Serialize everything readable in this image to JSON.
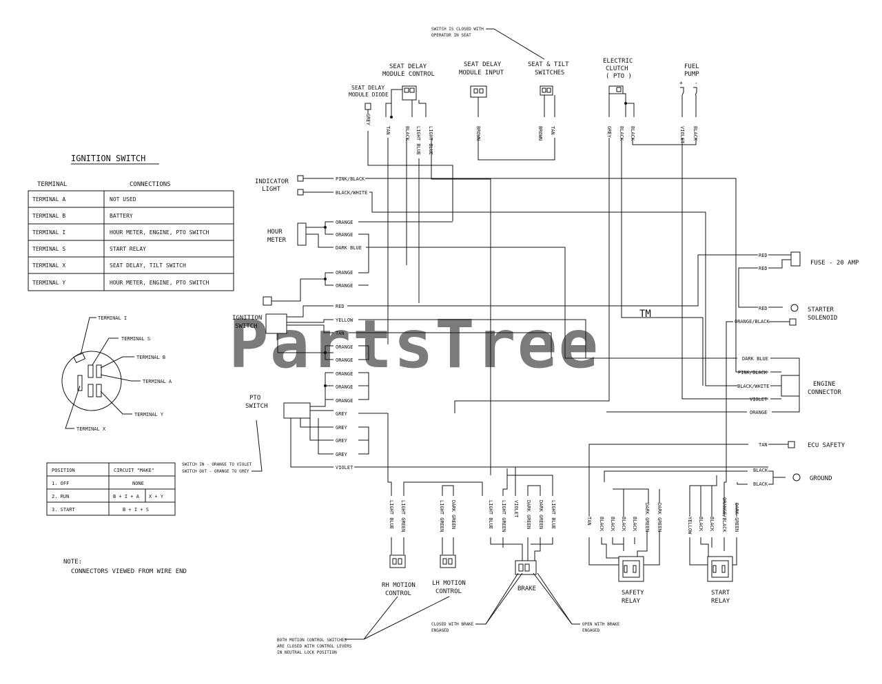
{
  "watermark": {
    "brand": "PartsTree",
    "tm": "TM"
  },
  "ignition_table": {
    "title": "IGNITION SWITCH",
    "col_terminal": "TERMINAL",
    "col_connections": "CONNECTIONS",
    "rows": [
      {
        "terminal": "TERMINAL  A",
        "connection": "NOT USED"
      },
      {
        "terminal": "TERMINAL  B",
        "connection": "BATTERY"
      },
      {
        "terminal": "TERMINAL  I",
        "connection": "HOUR METER, ENGINE, PTO SWITCH"
      },
      {
        "terminal": "TERMINAL  S",
        "connection": "START RELAY"
      },
      {
        "terminal": "TERMINAL  X",
        "connection": "SEAT DELAY, TILT SWITCH"
      },
      {
        "terminal": "TERMINAL  Y",
        "connection": "HOUR METER, ENGINE, PTO SWITCH"
      }
    ]
  },
  "switch_face": {
    "terminal_i": "TERMINAL I",
    "terminal_s": "TERMINAL S",
    "terminal_b": "TERMINAL B",
    "terminal_a": "TERMINAL A",
    "terminal_y": "TERMINAL Y",
    "terminal_x": "TERMINAL X"
  },
  "position_table": {
    "col_position": "POSITION",
    "col_circuit": "CIRCUIT \"MAKE\"",
    "rows": [
      {
        "position": "1. OFF",
        "make1": "NONE",
        "make2": ""
      },
      {
        "position": "2. RUN",
        "make1": "B + I + A",
        "make2": "X + Y"
      },
      {
        "position": "3. START",
        "make1": "B + I + S",
        "make2": ""
      }
    ]
  },
  "notes": {
    "note_label": "NOTE:",
    "note_text": "CONNECTORS VIEWED FROM WIRE END",
    "seat_switch_1": "SWITCH IS CLOSED WITH",
    "seat_switch_2": "OPERATOR IN SEAT",
    "pto_note_1": "SWITCH IN - ORANGE TO VIOLET",
    "pto_note_2": "SWITCH OUT - ORANGE TO GREY",
    "motion_note_1": "BOTH MOTION CONTROL SWITCHES",
    "motion_note_2": "ARE CLOSED WITH CONTROL LEVERS",
    "motion_note_3": "IN NEUTRAL LOCK POSITION",
    "brake_closed_1": "CLOSED WITH BRAKE",
    "brake_closed_2": "ENGAGED",
    "brake_open_1": "OPEN WITH BRAKE",
    "brake_open_2": "ENGAGED"
  },
  "components": {
    "seat_delay_diode_1": "SEAT DELAY",
    "seat_delay_diode_2": "MODULE DIODE",
    "seat_delay_control_1": "SEAT DELAY",
    "seat_delay_control_2": "MODULE CONTROL",
    "seat_delay_input_1": "SEAT DELAY",
    "seat_delay_input_2": "MODULE INPUT",
    "seat_tilt_1": "SEAT & TILT",
    "seat_tilt_2": "SWITCHES",
    "clutch_1": "ELECTRIC",
    "clutch_2": "CLUTCH",
    "clutch_3": "( PTO )",
    "fuel_1": "FUEL",
    "fuel_2": "PUMP",
    "fuel_plus": "+",
    "fuel_minus": "-",
    "indicator_1": "INDICATOR",
    "indicator_2": "LIGHT",
    "hour_1": "HOUR",
    "hour_2": "METER",
    "ignition_1": "IGNITION",
    "ignition_2": "SWITCH",
    "pto_1": "PTO",
    "pto_2": "SWITCH",
    "fuse": "FUSE - 20 AMP",
    "starter_1": "STARTER",
    "starter_2": "SOLENOID",
    "engine_1": "ENGINE",
    "engine_2": "CONNECTOR",
    "ecu": "ECU SAFETY",
    "ground": "GROUND",
    "rh_1": "RH MOTION",
    "rh_2": "CONTROL",
    "lh_1": "LH MOTION",
    "lh_2": "CONTROL",
    "brake": "BRAKE",
    "safety_1": "SAFETY",
    "safety_2": "RELAY",
    "start_1": "START",
    "start_2": "RELAY"
  },
  "wire_colors": {
    "grey": "GREY",
    "tan": "TAN",
    "black": "BLACK",
    "light_blue": "LIGHT BLUE",
    "light_green": "LIGHT GREEN",
    "dark_green": "DARK GREEN",
    "brown": "BROWN",
    "violet": "VIOLET",
    "yellow": "YELLOW",
    "orange": "ORANGE",
    "orange_black": "ORANGE/BLACK",
    "pink_black": "PINK/BLACK",
    "black_white": "BLACK/WHITE",
    "dark_blue": "DARK BLUE",
    "red": "RED"
  }
}
